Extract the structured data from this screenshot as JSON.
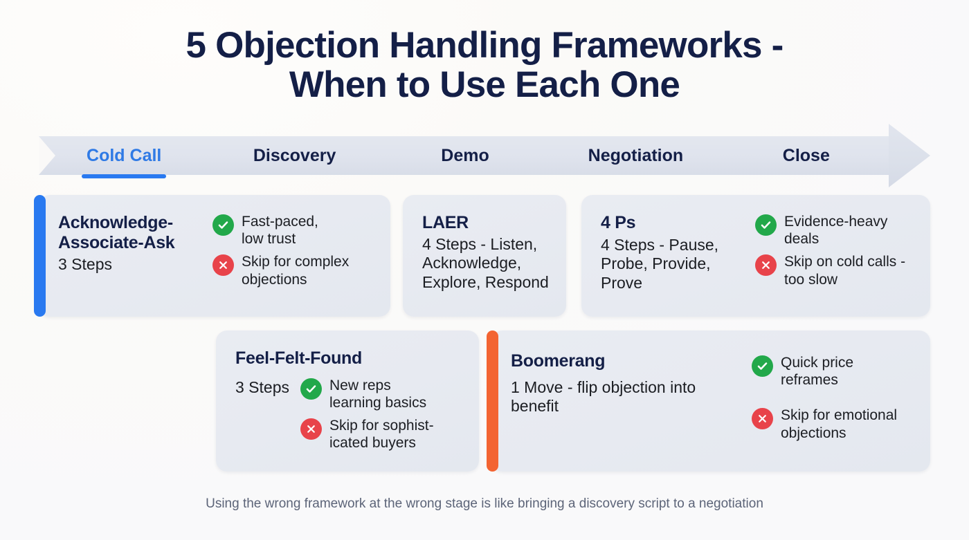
{
  "title": {
    "line1": "5 Objection Handling Frameworks -",
    "line2": "When to Use Each One"
  },
  "colors": {
    "title": "#141f47",
    "accent_blue": "#2979f0",
    "accent_orange": "#f36432",
    "ok_green": "#22a84a",
    "no_red": "#e8434a",
    "card_bg": "#e8ebf1",
    "stage_bar": "#dfe3ed",
    "footer_text": "#5c6478"
  },
  "stages": [
    {
      "label": "Cold Call",
      "active": true
    },
    {
      "label": "Discovery",
      "active": false
    },
    {
      "label": "Demo",
      "active": false
    },
    {
      "label": "Negotiation",
      "active": false
    },
    {
      "label": "Close",
      "active": false
    }
  ],
  "cards": [
    {
      "id": "aaa",
      "title": "Acknowledge-\nAssociate-Ask",
      "subtitle": "3 Steps",
      "accent": "#2979f0",
      "bullets": [
        {
          "icon": "check-icon",
          "type": "ok",
          "text": "Fast-paced,\nlow trust"
        },
        {
          "icon": "cross-icon",
          "type": "no",
          "text": "Skip for complex\nobjections"
        }
      ]
    },
    {
      "id": "laer",
      "title": "LAER",
      "subtitle": "4 Steps - Listen,\nAcknowledge,\nExplore, Respond",
      "accent": null,
      "bullets": []
    },
    {
      "id": "4ps",
      "title": "4 Ps",
      "subtitle": "4 Steps - Pause,\nProbe, Provide,\nProve",
      "accent": null,
      "bullets": [
        {
          "icon": "check-icon",
          "type": "ok",
          "text": "Evidence-heavy\ndeals"
        },
        {
          "icon": "cross-icon",
          "type": "no",
          "text": "Skip on cold calls -\ntoo slow"
        }
      ]
    },
    {
      "id": "fff",
      "title": "Feel-Felt-Found",
      "subtitle": "3 Steps",
      "accent": null,
      "bullets": [
        {
          "icon": "check-icon",
          "type": "ok",
          "text": "New reps\nlearning basics"
        },
        {
          "icon": "cross-icon",
          "type": "no",
          "text": "Skip for sophist-\nicated buyers"
        }
      ]
    },
    {
      "id": "boom",
      "title": "Boomerang",
      "subtitle": "1 Move - flip objection into\nbenefit",
      "accent": "#f36432",
      "bullets": [
        {
          "icon": "check-icon",
          "type": "ok",
          "text": "Quick price\nreframes"
        },
        {
          "icon": "cross-icon",
          "type": "no",
          "text": "Skip for emotional\nobjections"
        }
      ]
    }
  ],
  "footer": "Using the wrong framework at the wrong stage is like bringing a discovery script to a negotiation"
}
